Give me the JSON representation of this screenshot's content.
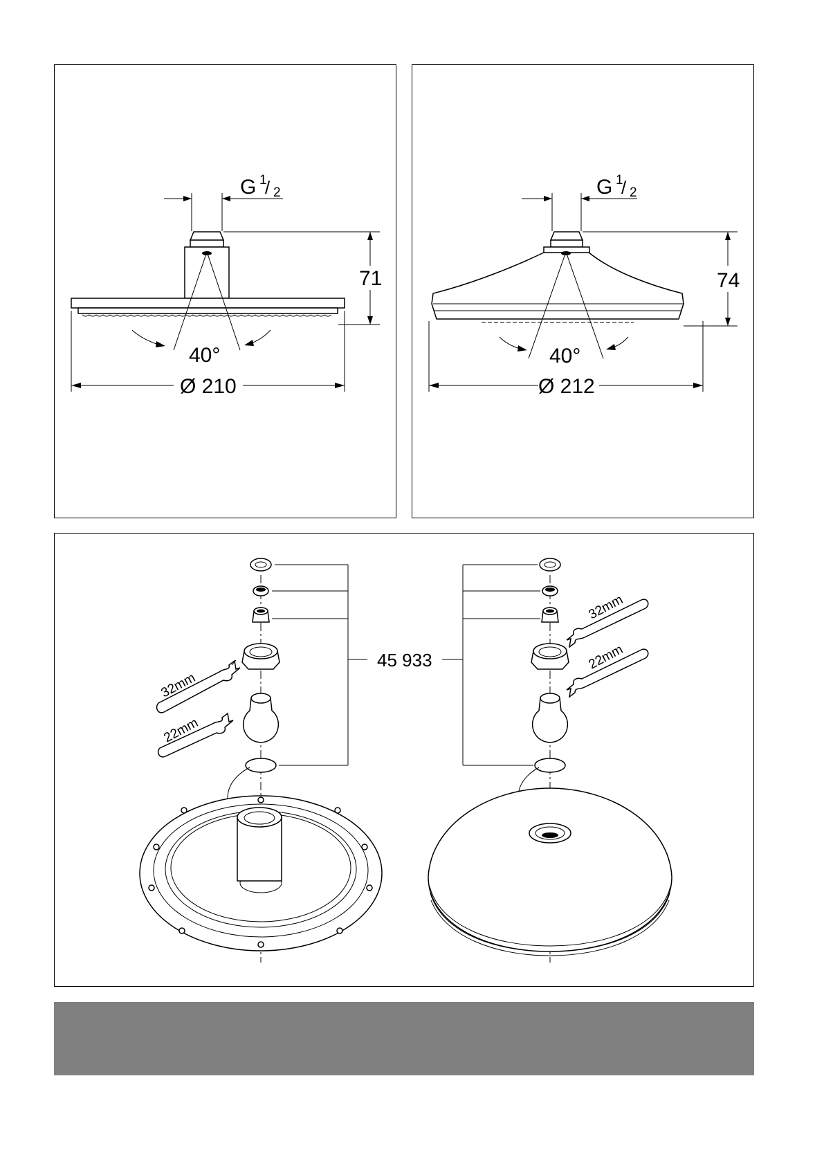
{
  "figures": {
    "left_dims": {
      "thread": "G",
      "thread_num": "1",
      "thread_den": "2",
      "height": "71",
      "angle": "40°",
      "diameter": "Ø 210"
    },
    "right_dims": {
      "thread": "G",
      "thread_num": "1",
      "thread_den": "2",
      "height": "74",
      "angle": "40°",
      "diameter": "Ø 212"
    },
    "exploded": {
      "part_number": "45 933",
      "wrench_left_large": "32mm",
      "wrench_left_small": "22mm",
      "wrench_right_large": "32mm",
      "wrench_right_small": "22mm"
    }
  },
  "colors": {
    "band": "#808080",
    "line": "#000000"
  }
}
